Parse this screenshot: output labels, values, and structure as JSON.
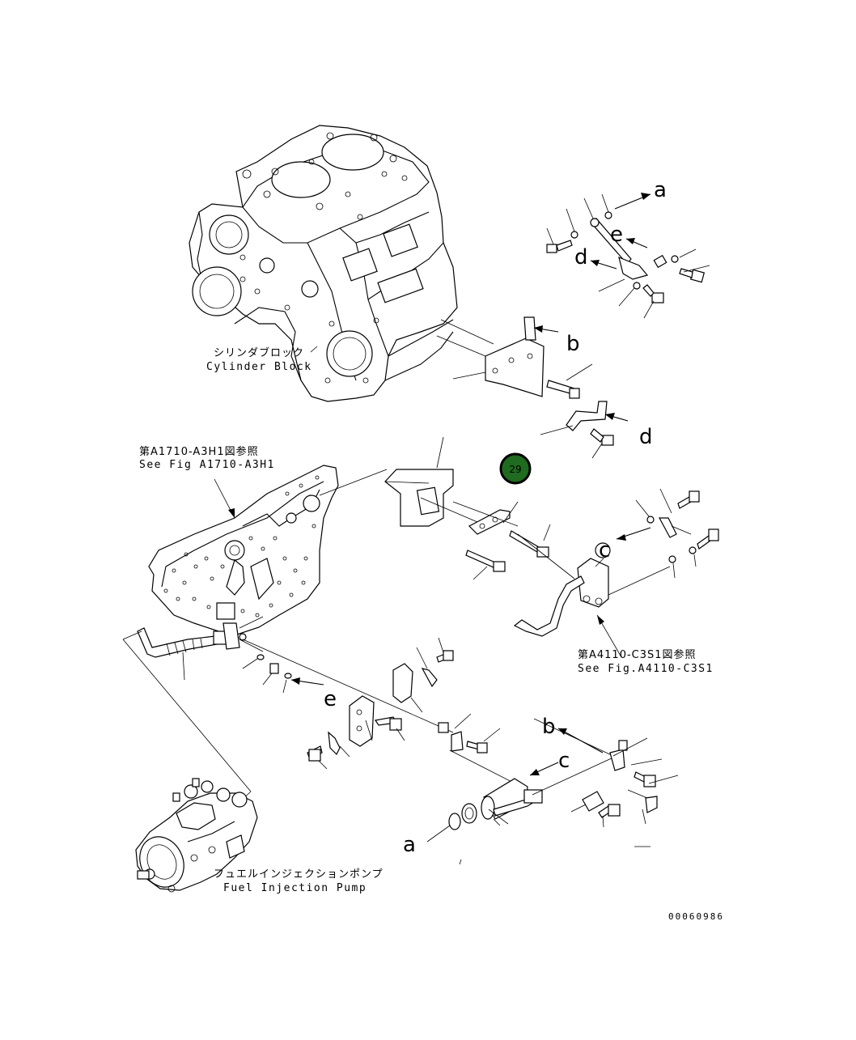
{
  "labels": {
    "cylinder_block_jp": "シリンダブロック",
    "cylinder_block_en": "Cylinder Block",
    "ref_a1710_jp": "第A1710-A3H1図参照",
    "ref_a1710_en": "See Fig A1710-A3H1",
    "ref_a4110_jp": "第A4110-C3S1図参照",
    "ref_a4110_en": "See Fig.A4110-C3S1",
    "fuel_pump_jp": "フュエルインジェクションポンプ",
    "fuel_pump_en": "Fuel Injection Pump",
    "drawing_code": "00060986"
  },
  "letters": {
    "a": "a",
    "b": "b",
    "c": "c",
    "d": "d",
    "e": "e"
  },
  "callout": {
    "number": "29",
    "fill_color": "#1f6b1f",
    "ring_color": "#000000",
    "text_color": "#ffffff"
  }
}
